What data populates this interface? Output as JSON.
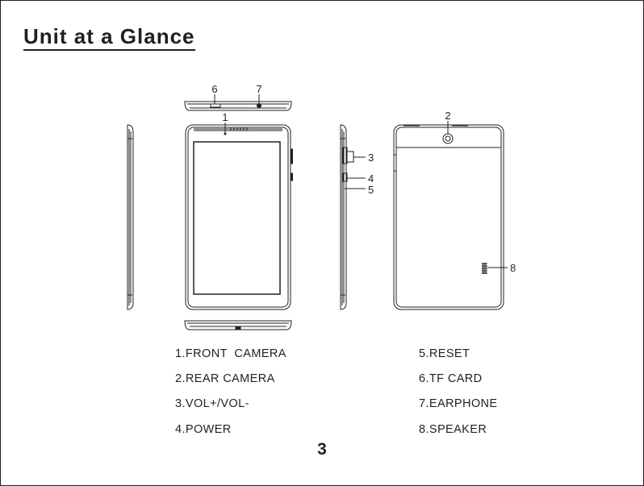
{
  "page": {
    "title": "Unit at a Glance",
    "page_number": "3"
  },
  "callouts": {
    "c1": "1",
    "c2": "2",
    "c3": "3",
    "c4": "4",
    "c5": "5",
    "c6": "6",
    "c7": "7",
    "c8": "8"
  },
  "legend": {
    "items": [
      "1.FRONT  CAMERA",
      "2.REAR CAMERA",
      "3.VOL+/VOL-",
      "4.POWER",
      "5.RESET",
      "6.TF CARD",
      "7.EARPHONE",
      "8.SPEAKER"
    ]
  }
}
